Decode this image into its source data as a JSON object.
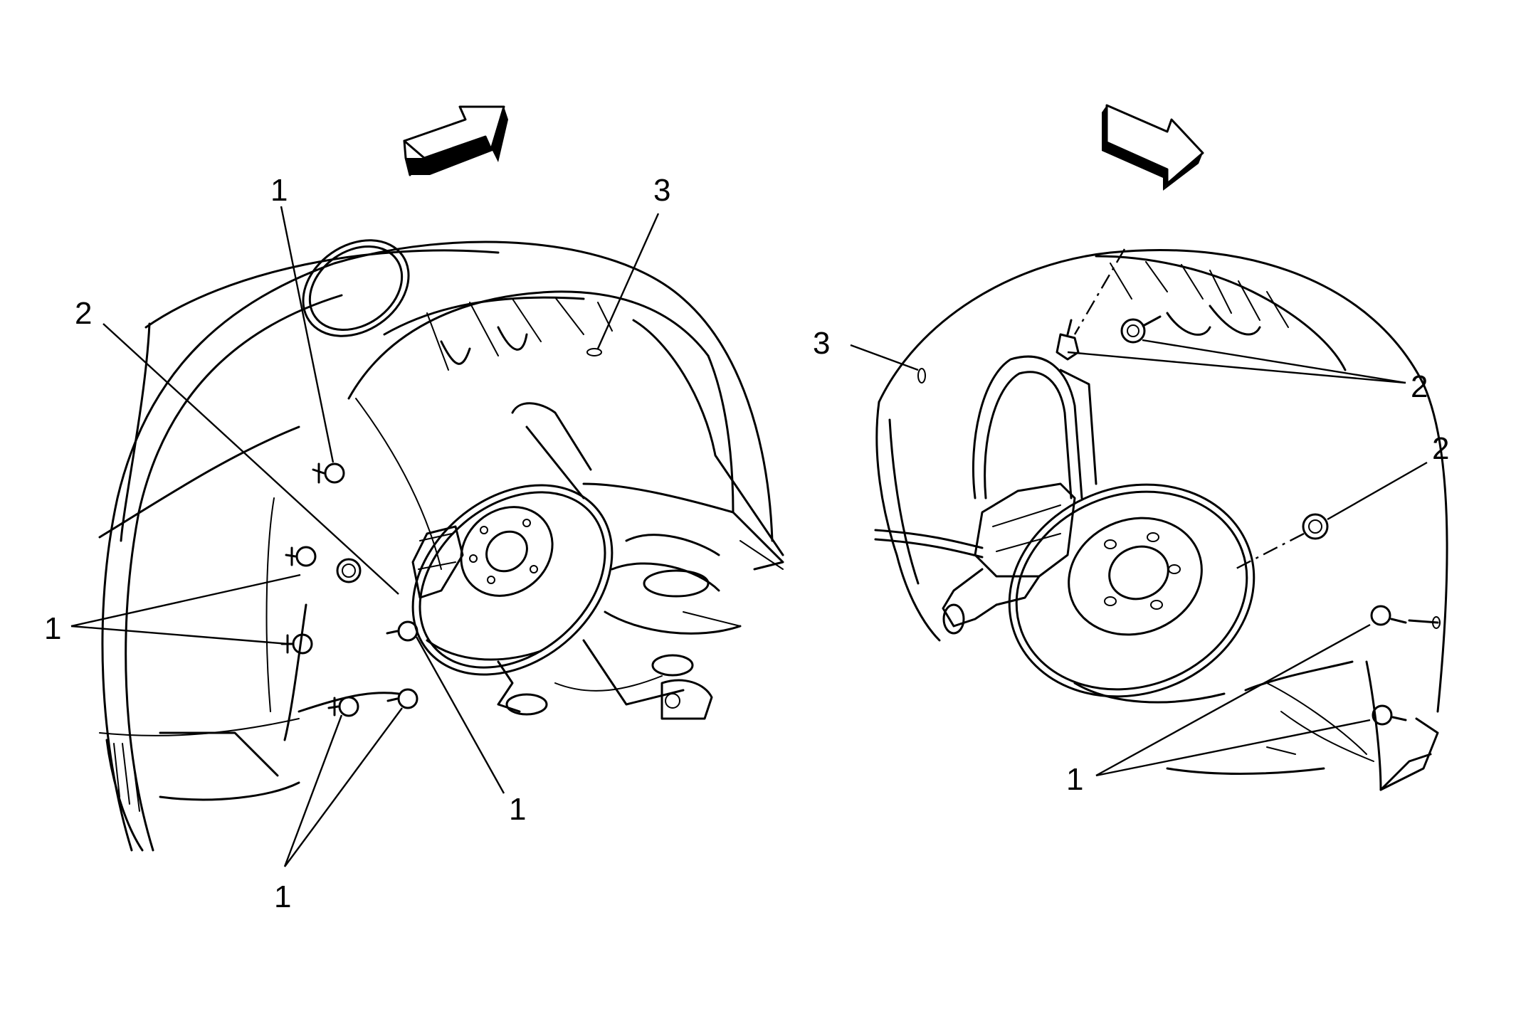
{
  "colors": {
    "line": "#000000",
    "background": "#ffffff"
  },
  "left_view": {
    "direction_arrow": "forward-arrow-icon",
    "callouts": {
      "c1_top": "1",
      "c1_left_pair": "1",
      "c1_lower_right": "1",
      "c1_bottom_pair": "1",
      "c2": "2",
      "c3": "3"
    }
  },
  "right_view": {
    "direction_arrow": "forward-arrow-icon",
    "callouts": {
      "c3": "3",
      "c2_top": "2",
      "c2_mid": "2",
      "c1_bottom": "1"
    }
  }
}
